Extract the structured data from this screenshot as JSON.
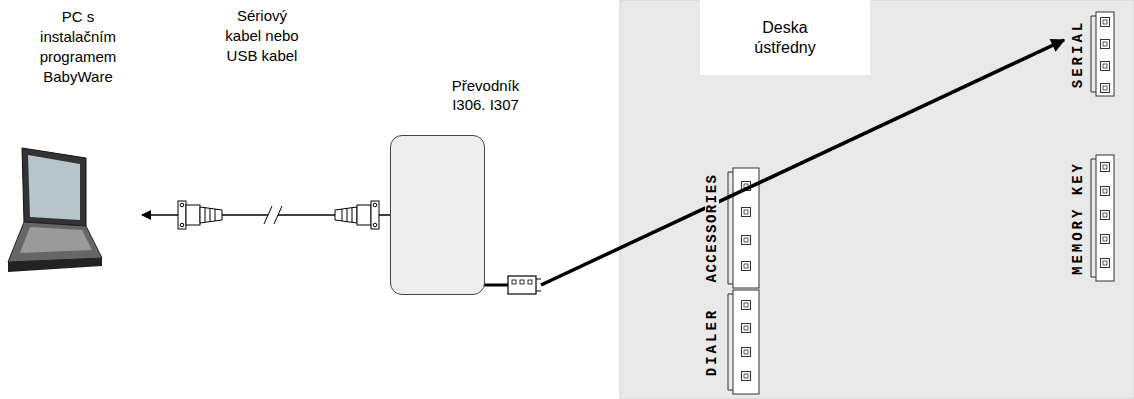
{
  "diagram": {
    "nodes": [
      {
        "text": [
          "PC s instalačním programem BabyWare"
        ]
      },
      {
        "text": [
          "Převodník I306. I307"
        ]
      },
      {
        "text": [
          "Deska ústředny"
        ]
      },
      {
        "text": [
          "SERIAL"
        ]
      },
      {
        "text": [
          "MEMORY KEY"
        ]
      },
      {
        "text": [
          "DIALER"
        ]
      },
      {
        "text": [
          "ACCESSORIES"
        ]
      }
    ],
    "edges": [
      {
        "from": 1,
        "to": 0,
        "arrow": "to"
      },
      {
        "from": 1,
        "to": 3,
        "arrow": "to"
      }
    ],
    "labels": [
      "Sériový kabel nebo USB kabel"
    ]
  }
}
